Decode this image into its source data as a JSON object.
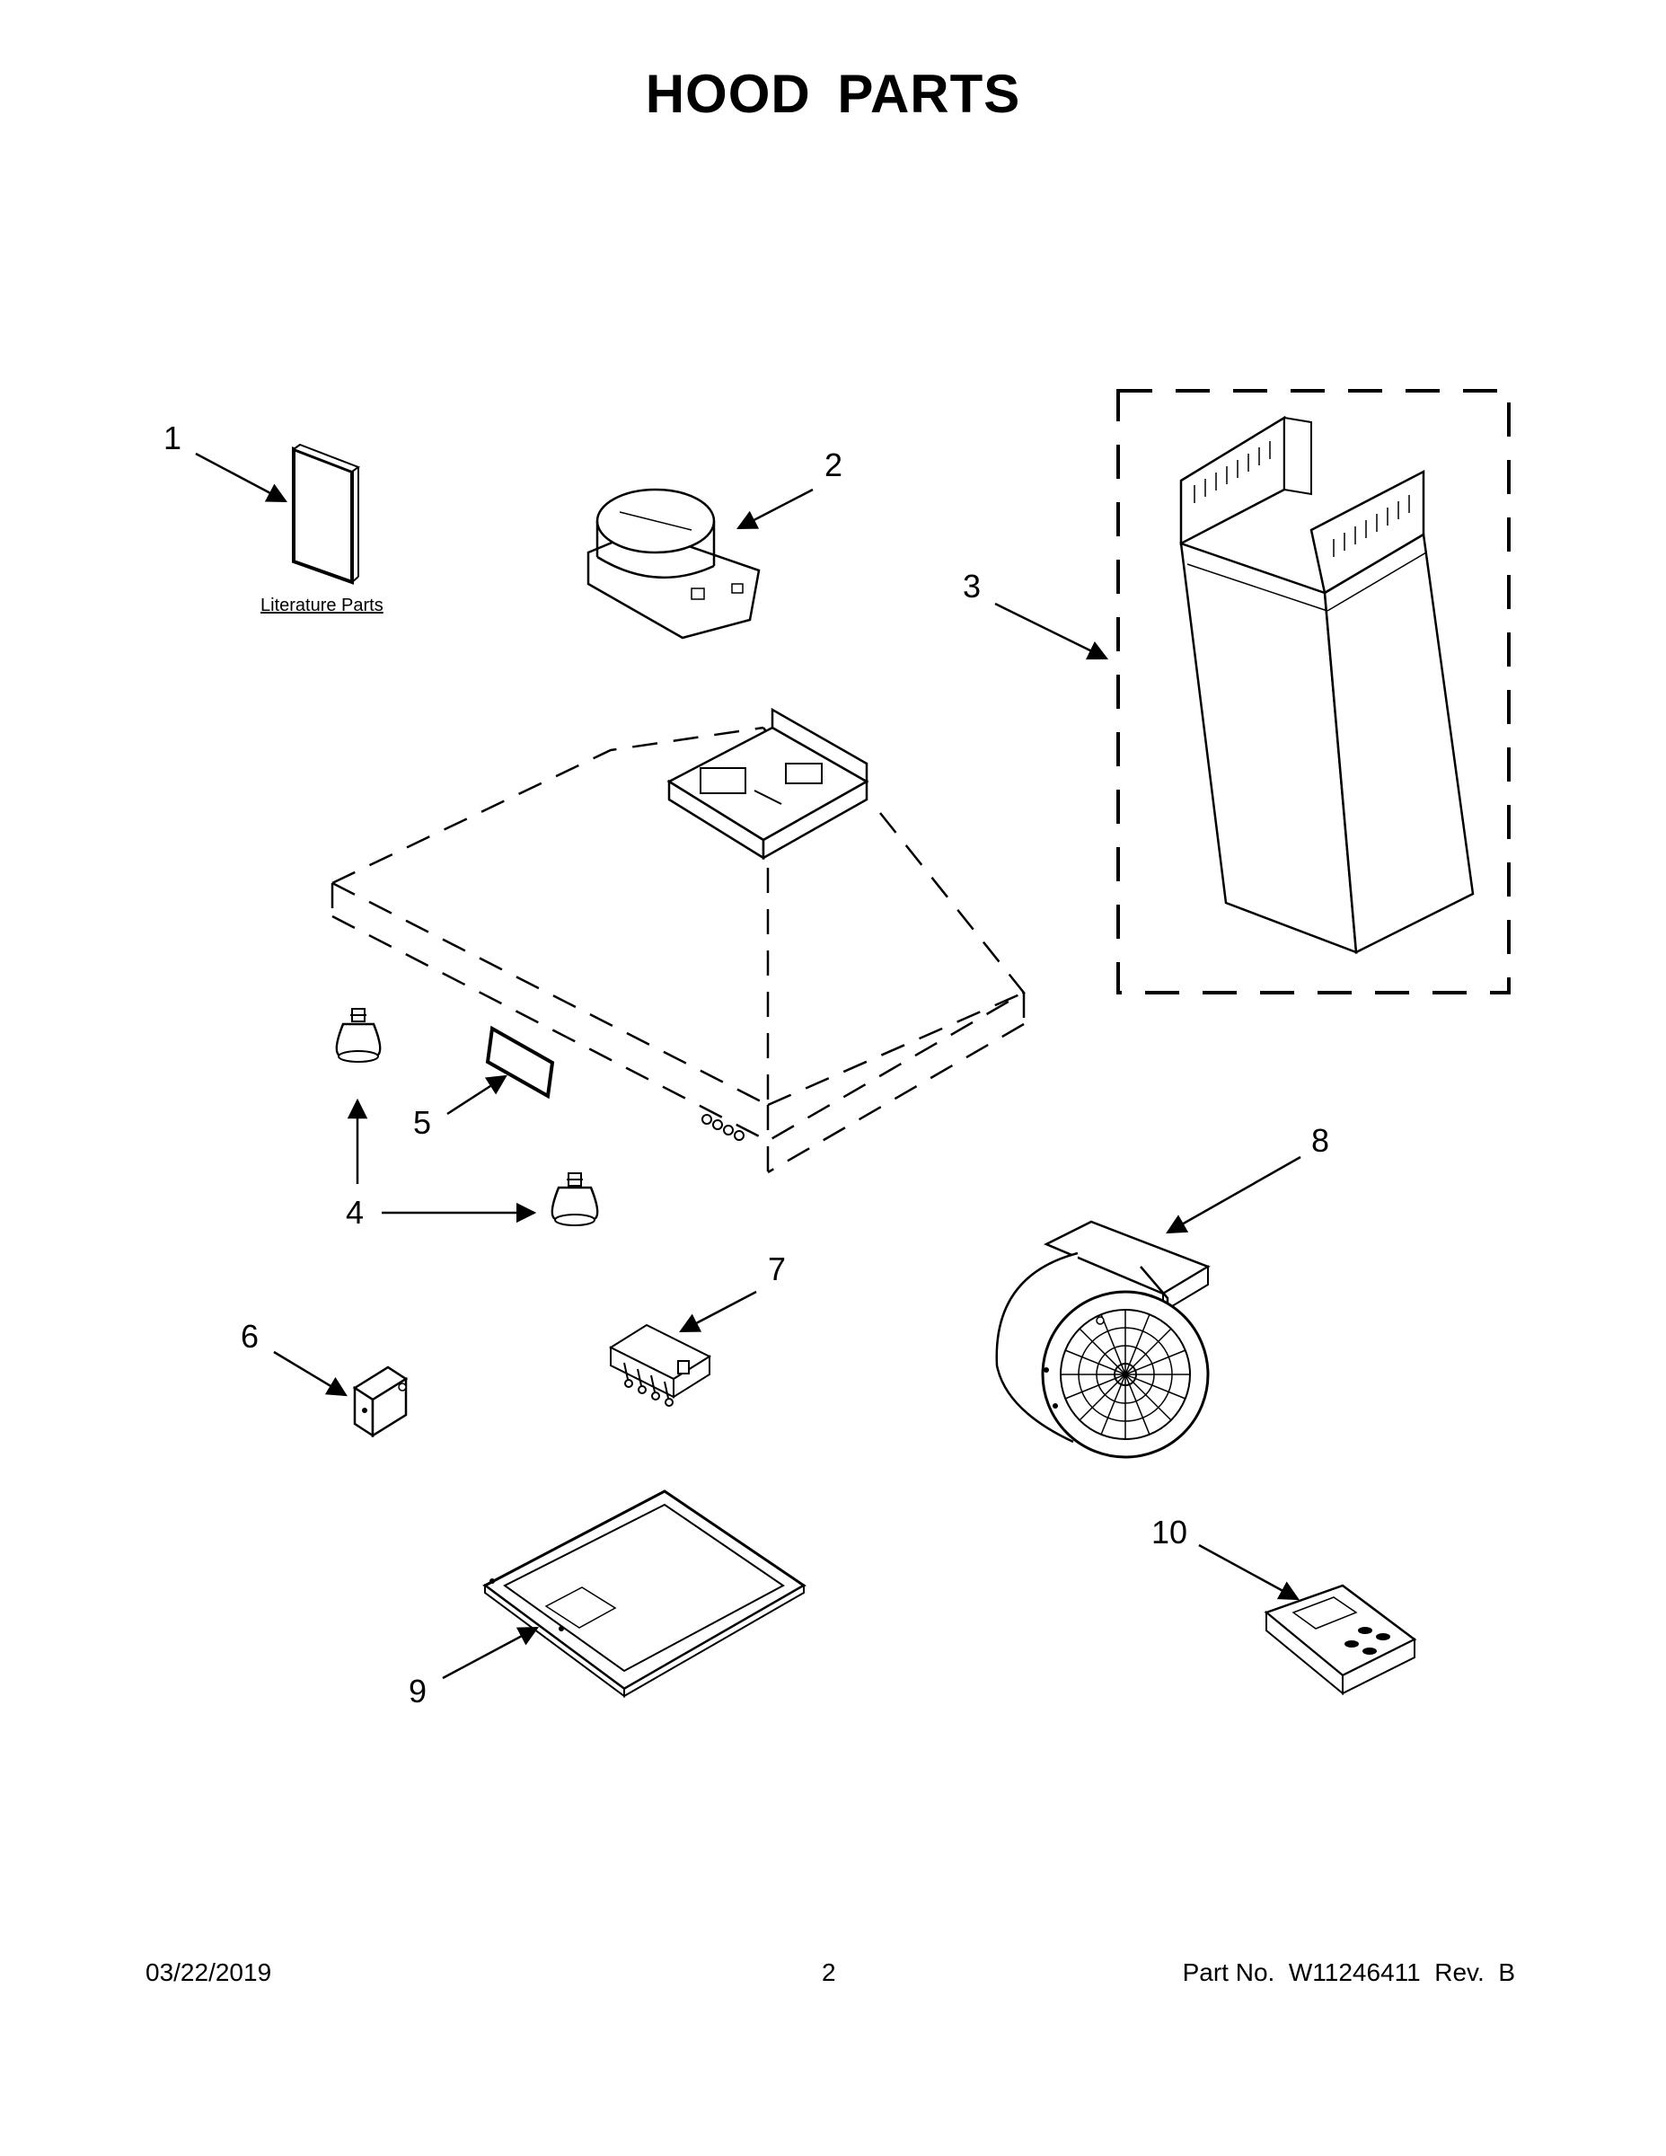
{
  "title": "HOOD PARTS",
  "literature_label": "Literature Parts",
  "callouts": [
    "1",
    "2",
    "3",
    "4",
    "5",
    "6",
    "7",
    "8",
    "9",
    "10"
  ],
  "footer": {
    "date": "03/22/2019",
    "page": "2",
    "part": "Part No.  W11246411  Rev.  B"
  }
}
